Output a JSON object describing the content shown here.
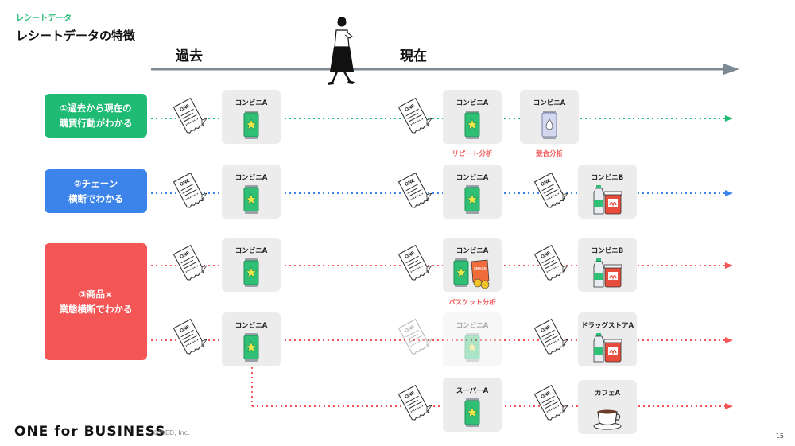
{
  "header": {
    "eyebrow": "レシートデータ",
    "title": "レシートデータの特徴"
  },
  "timeline": {
    "past_label": "過去",
    "present_label": "現在"
  },
  "rows": [
    {
      "label_lines": [
        "①過去から現在の",
        "購買行動がわかる"
      ],
      "color": "#1fba73",
      "past_store": "コンビニA",
      "present_stores": [
        "コンビニA",
        "コンビニA"
      ],
      "notes": [
        "リピート分析",
        "競合分析"
      ]
    },
    {
      "label_lines": [
        "②チェーン",
        "横断でわかる"
      ],
      "color": "#3d84ea",
      "past_store": "コンビニA",
      "present_stores": [
        "コンビニA",
        "コンビニB"
      ]
    },
    {
      "label_lines": [
        "③商品×",
        "業態横断でわかる"
      ],
      "color": "#f45656",
      "sub_rows": [
        {
          "past_store": "コンビニA",
          "present_stores": [
            "コンビニA",
            "コンビニB"
          ],
          "note": "バスケット分析"
        },
        {
          "past_store": "コンビニA",
          "present_stores": [
            "コンビニA",
            "ドラッグストアA"
          ]
        },
        {
          "present_stores": [
            "スーパーA",
            "カフェA"
          ]
        }
      ]
    }
  ],
  "receipt_text": "ONE",
  "snack_text": "SNACK",
  "icons": {
    "can": "can-icon",
    "water-can": "water-can-icon",
    "grocery": "milk-yogurt-icon",
    "basket": "can-snack-icon",
    "coffee": "coffee-cup-icon",
    "receipt": "receipt-icon",
    "person": "walking-woman-icon"
  },
  "footer": {
    "brand": "ONE for BUSINESS",
    "copyright": "©WED, Inc.",
    "page": "15"
  }
}
